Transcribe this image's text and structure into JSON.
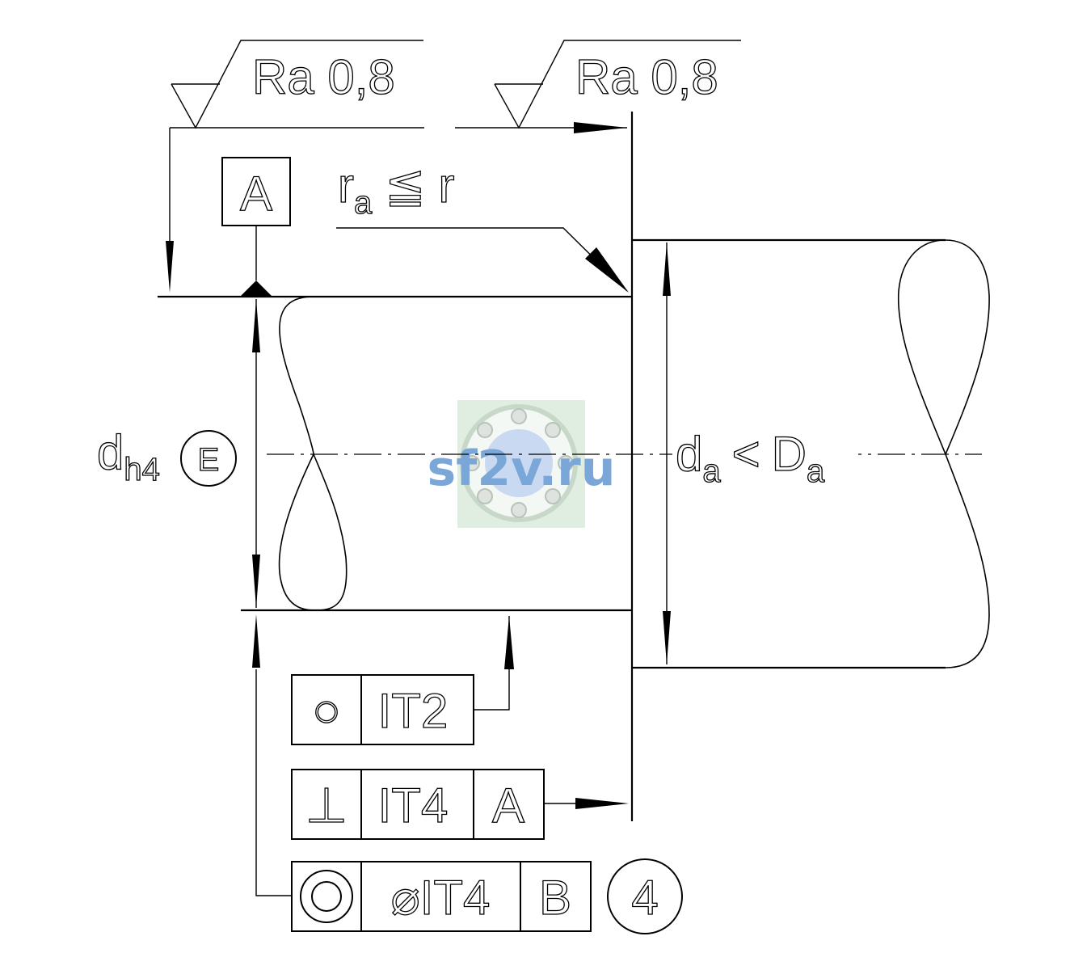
{
  "roughness_left": "Ra 0,8",
  "roughness_right": "Ra 0,8",
  "datum_a": "A",
  "fillet": {
    "r": "r",
    "sub": "a",
    "rel": "≦",
    "ref": "r"
  },
  "shaft_dia": {
    "base": "d",
    "sub": "h4",
    "envelope": "E"
  },
  "shoulder_rel": {
    "left": "d",
    "left_sub": "a",
    "op": "<",
    "right": "D",
    "right_sub": "a"
  },
  "fcf_round": {
    "symbol": "○",
    "tol": "IT2"
  },
  "fcf_perp": {
    "symbol": "⊥",
    "tol": "IT4",
    "datum": "A"
  },
  "fcf_conc": {
    "symbol": "◎",
    "tol": "⌀IT4",
    "datum": "B",
    "note": "4"
  },
  "watermark": "sf2v.ru",
  "colors": {
    "ink": "#000000",
    "watermark": "#7aa6d8",
    "watermark_bg": "#dfeee0"
  }
}
